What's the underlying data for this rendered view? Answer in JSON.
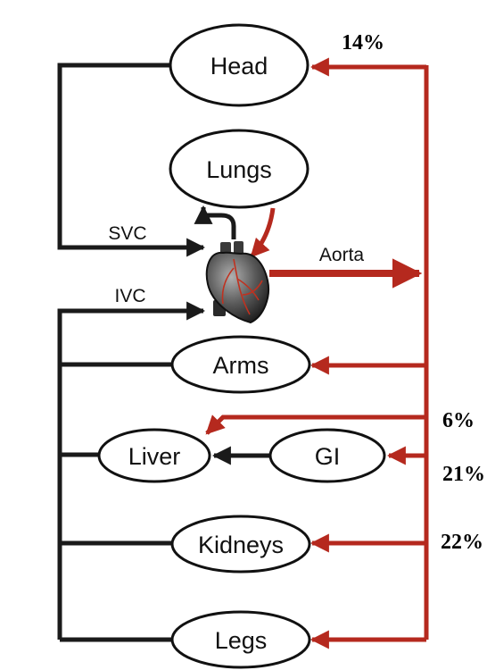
{
  "organs": {
    "head": "Head",
    "lungs": "Lungs",
    "arms": "Arms",
    "liver": "Liver",
    "gi": "GI",
    "kidneys": "Kidneys",
    "legs": "Legs"
  },
  "vessels": {
    "svc": "SVC",
    "ivc": "IVC",
    "aorta": "Aorta"
  },
  "flow_percentages": {
    "head": "14%",
    "liver": "6%",
    "gi": "21%",
    "kidneys": "22%"
  },
  "icons": {
    "heart": "heart-icon"
  },
  "colors": {
    "venous": "#1a1a1a",
    "arterial": "#b5291e"
  }
}
